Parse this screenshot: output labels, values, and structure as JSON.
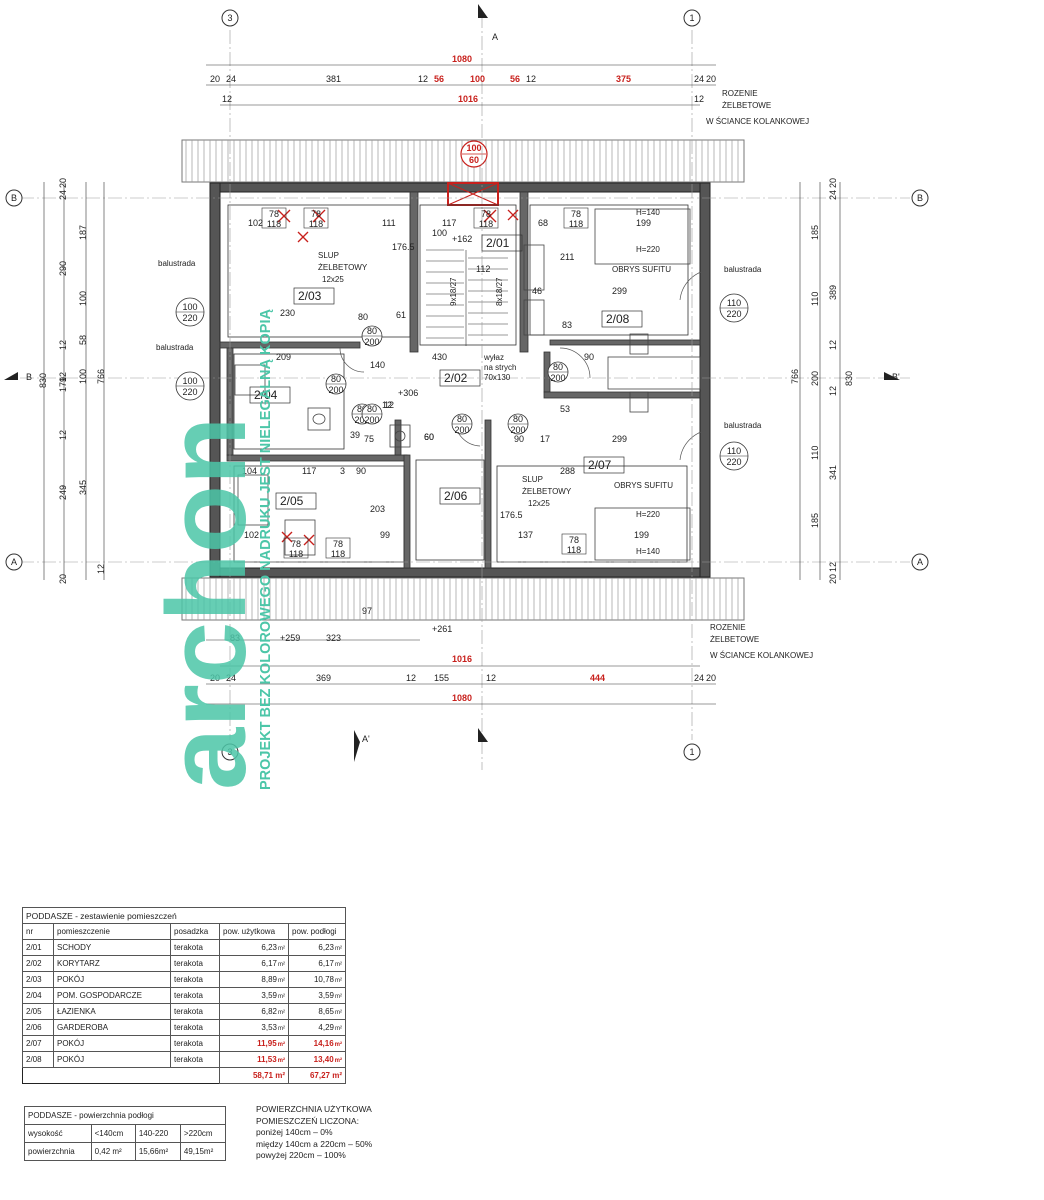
{
  "plan": {
    "axes": {
      "a3": "3",
      "a1": "1",
      "aB": "B",
      "aA": "A"
    },
    "section": {
      "A": "A",
      "A2": "A'",
      "B": "B",
      "B2": "B'"
    },
    "dims_top": [
      "20",
      "24",
      "381",
      "12",
      "56",
      "100",
      "56",
      "12",
      "375",
      "24",
      "20"
    ],
    "dims_top_total": "1080",
    "dims_top_inner": "1016",
    "dims_top_12a": "12",
    "dims_top_12b": "12",
    "dims_bottom": [
      "20",
      "24",
      "369",
      "12",
      "155",
      "12",
      "444",
      "24",
      "20"
    ],
    "dims_bottom_total": "1080",
    "dims_bottom_inner": "1016",
    "dims_bottom_row": [
      "83",
      "+259",
      "323",
      "+261",
      "97"
    ],
    "dims_left": [
      "20",
      "24",
      "187",
      "290",
      "100",
      "12",
      "58",
      "12",
      "100",
      "179",
      "830",
      "766",
      "12",
      "249",
      "345",
      "12",
      "20"
    ],
    "dims_right": [
      "20",
      "24",
      "185",
      "110",
      "389",
      "12",
      "766",
      "200",
      "830",
      "12",
      "341",
      "110",
      "185",
      "12",
      "20"
    ],
    "chimney": {
      "top": "100",
      "bottom": "60"
    },
    "rooms": [
      {
        "code": "2/01",
        "label": "2/01"
      },
      {
        "code": "2/02",
        "label": "2/02"
      },
      {
        "code": "2/03",
        "label": "2/03"
      },
      {
        "code": "2/04",
        "label": "2/04"
      },
      {
        "code": "2/05",
        "label": "2/05"
      },
      {
        "code": "2/06",
        "label": "2/06"
      },
      {
        "code": "2/07",
        "label": "2/07"
      },
      {
        "code": "2/08",
        "label": "2/08"
      }
    ],
    "labels": {
      "rozenie_top": [
        "ROZENIE",
        "ŻELBETOWE",
        "W ŚCIANCE KOLANKOWEJ"
      ],
      "rozenie_bottom": [
        "ROZENIE",
        "ŻELBETOWE",
        "W ŚCIANCE KOLANKOWEJ"
      ],
      "balustrada": "balustrada",
      "slup1": [
        "SLUP",
        "ŻELBETOWY",
        "12x25"
      ],
      "slup2": [
        "SLUP",
        "ŻELBETOWY",
        "12x25"
      ],
      "obrys1": "OBRYS SUFITU",
      "obrys2": "OBRYS SUFITU",
      "wylaz": [
        "wyłaz",
        "na strych",
        "70x130"
      ],
      "h140a": "H=140",
      "h220a": "H=220",
      "h220b": "H=220",
      "h140b": "H=140",
      "stairs1": "9x18/27",
      "stairs2": "8x18/27",
      "level162": "+162",
      "level306": "+306"
    },
    "windows": {
      "w1": [
        "100",
        "220"
      ],
      "w2": [
        "100",
        "220"
      ],
      "w3": [
        "110",
        "220"
      ],
      "w4": [
        "110",
        "220"
      ],
      "d1": [
        "80",
        "200"
      ],
      "d2": [
        "80",
        "200"
      ],
      "d3": [
        "80",
        "200"
      ],
      "d4": [
        "80",
        "200"
      ],
      "d5": [
        "80",
        "200"
      ],
      "d6": [
        "80",
        "200"
      ],
      "d7": [
        "80",
        "200"
      ]
    },
    "skylights": [
      [
        "78",
        "118"
      ],
      [
        "78",
        "118"
      ],
      [
        "78",
        "118"
      ],
      [
        "78",
        "118"
      ],
      [
        "78",
        "118"
      ],
      [
        "78",
        "118"
      ],
      [
        "78",
        "118"
      ]
    ],
    "inner_dims": [
      "102",
      "111",
      "117",
      "68",
      "199",
      "176.5",
      "100",
      "112",
      "211",
      "230",
      "80",
      "61",
      "299",
      "83",
      "209",
      "430",
      "90",
      "12",
      "53",
      "39",
      "75",
      "60",
      "90",
      "17",
      "299",
      "104",
      "117",
      "3",
      "90",
      "288",
      "203",
      "176.5",
      "137",
      "199",
      "102",
      "99",
      "140",
      "46",
      "60",
      "12"
    ]
  },
  "watermark": {
    "brand": "archon",
    "line": "PROJEKT BEZ KOLOROWEGO NADRUKU JEST NIELEGALNĄ KOPIĄ"
  },
  "table1": {
    "title": "PODDASZE - zestawienie pomieszczeń",
    "headers": [
      "nr",
      "pomieszczenie",
      "posadzka",
      "pow. użytkowa",
      "pow. podłogi"
    ],
    "rows": [
      {
        "nr": "2/01",
        "name": "SCHODY",
        "floor": "terakota",
        "usable": "6,23",
        "floor_area": "6,23",
        "red": false
      },
      {
        "nr": "2/02",
        "name": "KORYTARZ",
        "floor": "terakota",
        "usable": "6,17",
        "floor_area": "6,17",
        "red": false
      },
      {
        "nr": "2/03",
        "name": "POKÓJ",
        "floor": "terakota",
        "usable": "8,89",
        "floor_area": "10,78",
        "red": false
      },
      {
        "nr": "2/04",
        "name": "POM. GOSPODARCZE",
        "floor": "terakota",
        "usable": "3,59",
        "floor_area": "3,59",
        "red": false
      },
      {
        "nr": "2/05",
        "name": "ŁAZIENKA",
        "floor": "terakota",
        "usable": "6,82",
        "floor_area": "8,65",
        "red": false
      },
      {
        "nr": "2/06",
        "name": "GARDEROBA",
        "floor": "terakota",
        "usable": "3,53",
        "floor_area": "4,29",
        "red": false
      },
      {
        "nr": "2/07",
        "name": "POKÓJ",
        "floor": "terakota",
        "usable": "11,95",
        "floor_area": "14,16",
        "red": true
      },
      {
        "nr": "2/08",
        "name": "POKÓJ",
        "floor": "terakota",
        "usable": "11,53",
        "floor_area": "13,40",
        "red": true
      }
    ],
    "total_usable": "58,71",
    "total_floor": "67,27",
    "unit": "m²"
  },
  "table2": {
    "title": "PODDASZE - powierzchnia podłogi",
    "row1_label": "wysokość",
    "row1": [
      "<140cm",
      "140-220",
      ">220cm"
    ],
    "row2_label": "powierzchnia",
    "row2": [
      "0,42 m²",
      "15,66m²",
      "49,15m²"
    ]
  },
  "notes": [
    "POWIERZCHNIA UŻYTKOWA",
    "POMIESZCZEŃ LICZONA:",
    "poniżej 140cm – 0%",
    "między 140cm a 220cm – 50%",
    "powyżej 220cm – 100%"
  ],
  "colors": {
    "red": "#c8201c",
    "watermark": "#4cc6a8",
    "wall": "#444444",
    "roof": "#888888"
  }
}
